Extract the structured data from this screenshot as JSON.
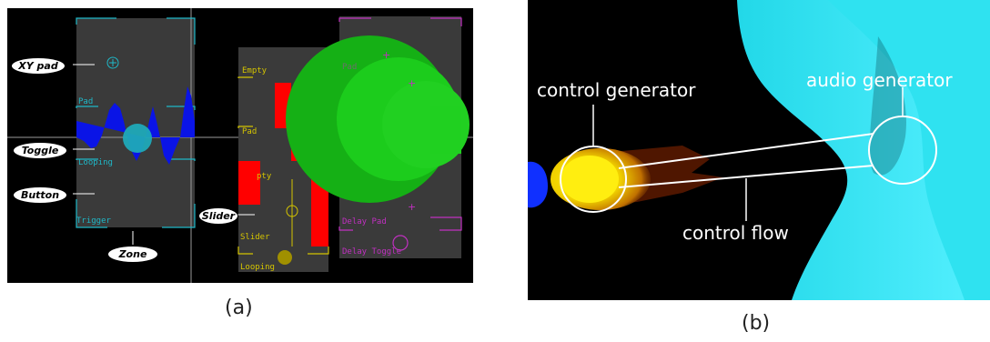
{
  "panel_a": {
    "caption": "(a)",
    "callouts": {
      "xy_pad": "XY pad",
      "toggle": "Toggle",
      "button": "Button",
      "zone": "Zone",
      "slider": "Slider"
    },
    "zone1_labels": {
      "pad": "Pad",
      "looping": "Looping",
      "trigger": "Trigger"
    },
    "zone2_labels": {
      "empty": "Empty",
      "pad": "Pad",
      "empty_partial": "pty",
      "slider": "Slider",
      "looping": "Looping"
    },
    "zone3_labels": {
      "pad_partial": "Pad",
      "delay_pad": "Delay Pad",
      "delay_toggle": "Delay Toggle"
    },
    "colors": {
      "cyan": "#1fb8c8",
      "yellow": "#d4c400",
      "magenta": "#c030c0",
      "blue_wave": "#0a14e6",
      "red": "#ff0000",
      "green": "#19c819",
      "zone_bg": "#3a3a3a"
    }
  },
  "panel_b": {
    "caption": "(b)",
    "labels": {
      "control_generator": "control generator",
      "audio_generator": "audio generator",
      "control_flow": "control flow"
    }
  }
}
